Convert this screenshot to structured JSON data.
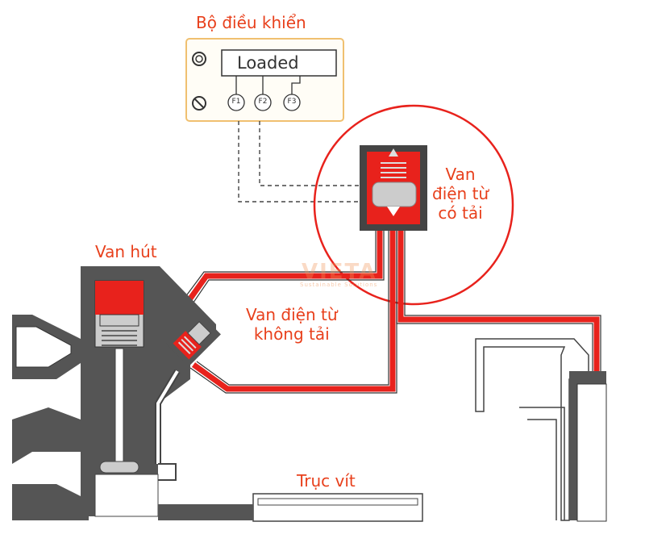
{
  "labels": {
    "controller_title": "Bộ điều khiển",
    "display_text": "Loaded",
    "buttons": [
      "F1",
      "F2",
      "F3"
    ],
    "suction_valve": "Van hút",
    "solenoid_unloaded_line1": "Van điện từ",
    "solenoid_unloaded_line2": "không tải",
    "solenoid_loaded_line1": "Van",
    "solenoid_loaded_line2": "điện từ",
    "solenoid_loaded_line3": "có tải",
    "screw_rotor": "Trục vít",
    "watermark": "VIETA",
    "watermark_sub": "Sustainable Solutions"
  },
  "colors": {
    "accent_red": "#e8221c",
    "label_orange": "#e8401c",
    "housing_dark": "#555555",
    "controller_border": "#f0c070"
  }
}
